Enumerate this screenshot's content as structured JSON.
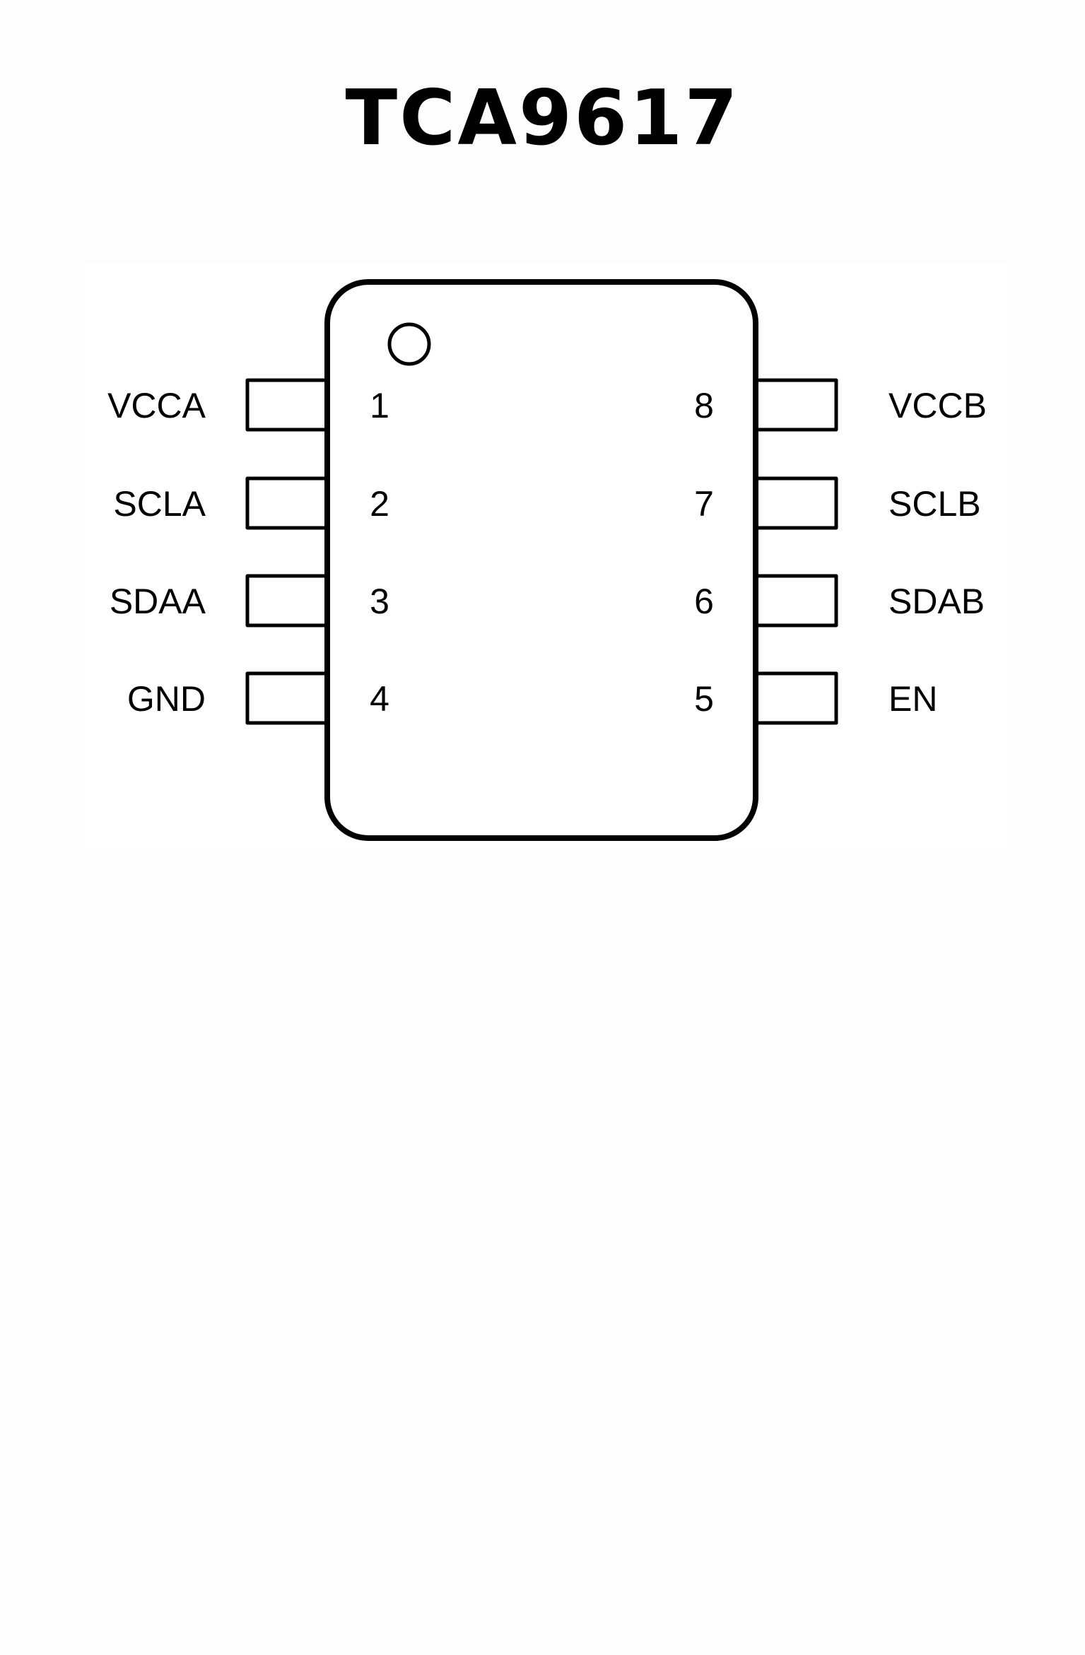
{
  "title": "TCA9617",
  "pins": [
    {
      "number": "1",
      "name": "VCCA",
      "side": "left"
    },
    {
      "number": "2",
      "name": "SCLA",
      "side": "left"
    },
    {
      "number": "3",
      "name": "SDAA",
      "side": "left"
    },
    {
      "number": "4",
      "name": "GND",
      "side": "left"
    },
    {
      "number": "8",
      "name": "VCCB",
      "side": "right"
    },
    {
      "number": "7",
      "name": "SCLB",
      "side": "right"
    },
    {
      "number": "6",
      "name": "SDAB",
      "side": "right"
    },
    {
      "number": "5",
      "name": "EN",
      "side": "right"
    }
  ]
}
